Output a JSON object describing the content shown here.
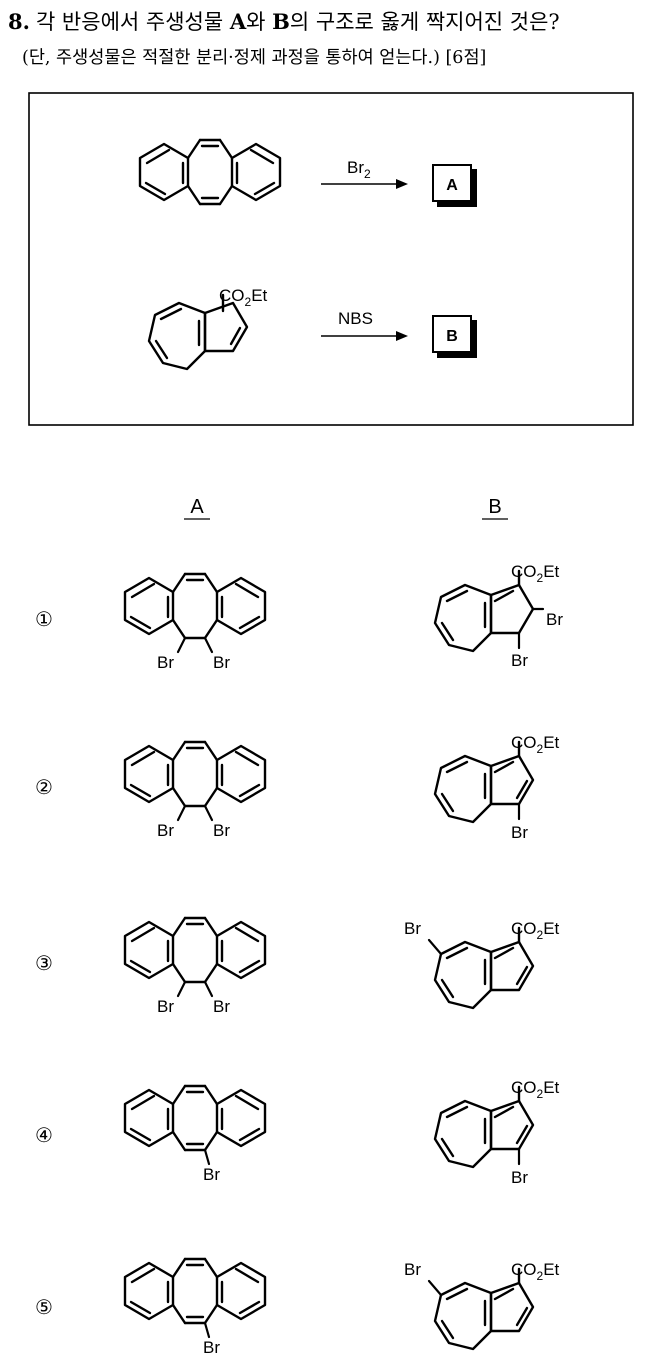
{
  "question": {
    "number": "8.",
    "text_before_a": "각 반응에서 주생성물 ",
    "a": "A",
    "text_between": "와 ",
    "b": "B",
    "text_after_b": "의 구조로 옳게 짝지어진 것은?",
    "condition": "(단, 주생성물은 적절한 분리·정제 과정을 통하여 얻는다.) [6점]"
  },
  "reactions": [
    {
      "reagent_main": "Br",
      "reagent_sub": "2",
      "product": "A"
    },
    {
      "reagent_main": "NBS",
      "reagent_sub": "",
      "product": "B",
      "substituent": "CO2Et"
    }
  ],
  "columns": {
    "a": "A",
    "b": "B"
  },
  "options": [
    {
      "number": "①",
      "a_groups": [
        "Br",
        "Br"
      ],
      "b_groups": [
        "CO2Et",
        "Br",
        "Br"
      ]
    },
    {
      "number": "②",
      "a_groups": [
        "Br",
        "Br"
      ],
      "b_groups": [
        "CO2Et",
        "Br"
      ]
    },
    {
      "number": "③",
      "a_groups": [
        "Br",
        "Br"
      ],
      "b_groups": [
        "Br",
        "CO2Et"
      ]
    },
    {
      "number": "④",
      "a_groups": [
        "Br"
      ],
      "b_groups": [
        "CO2Et",
        "Br"
      ]
    },
    {
      "number": "⑤",
      "a_groups": [
        "Br"
      ],
      "b_groups": [
        "Br",
        "CO2Et"
      ]
    }
  ],
  "labels": {
    "br": "Br",
    "co": "CO",
    "co_sub": "2",
    "et": "Et"
  }
}
